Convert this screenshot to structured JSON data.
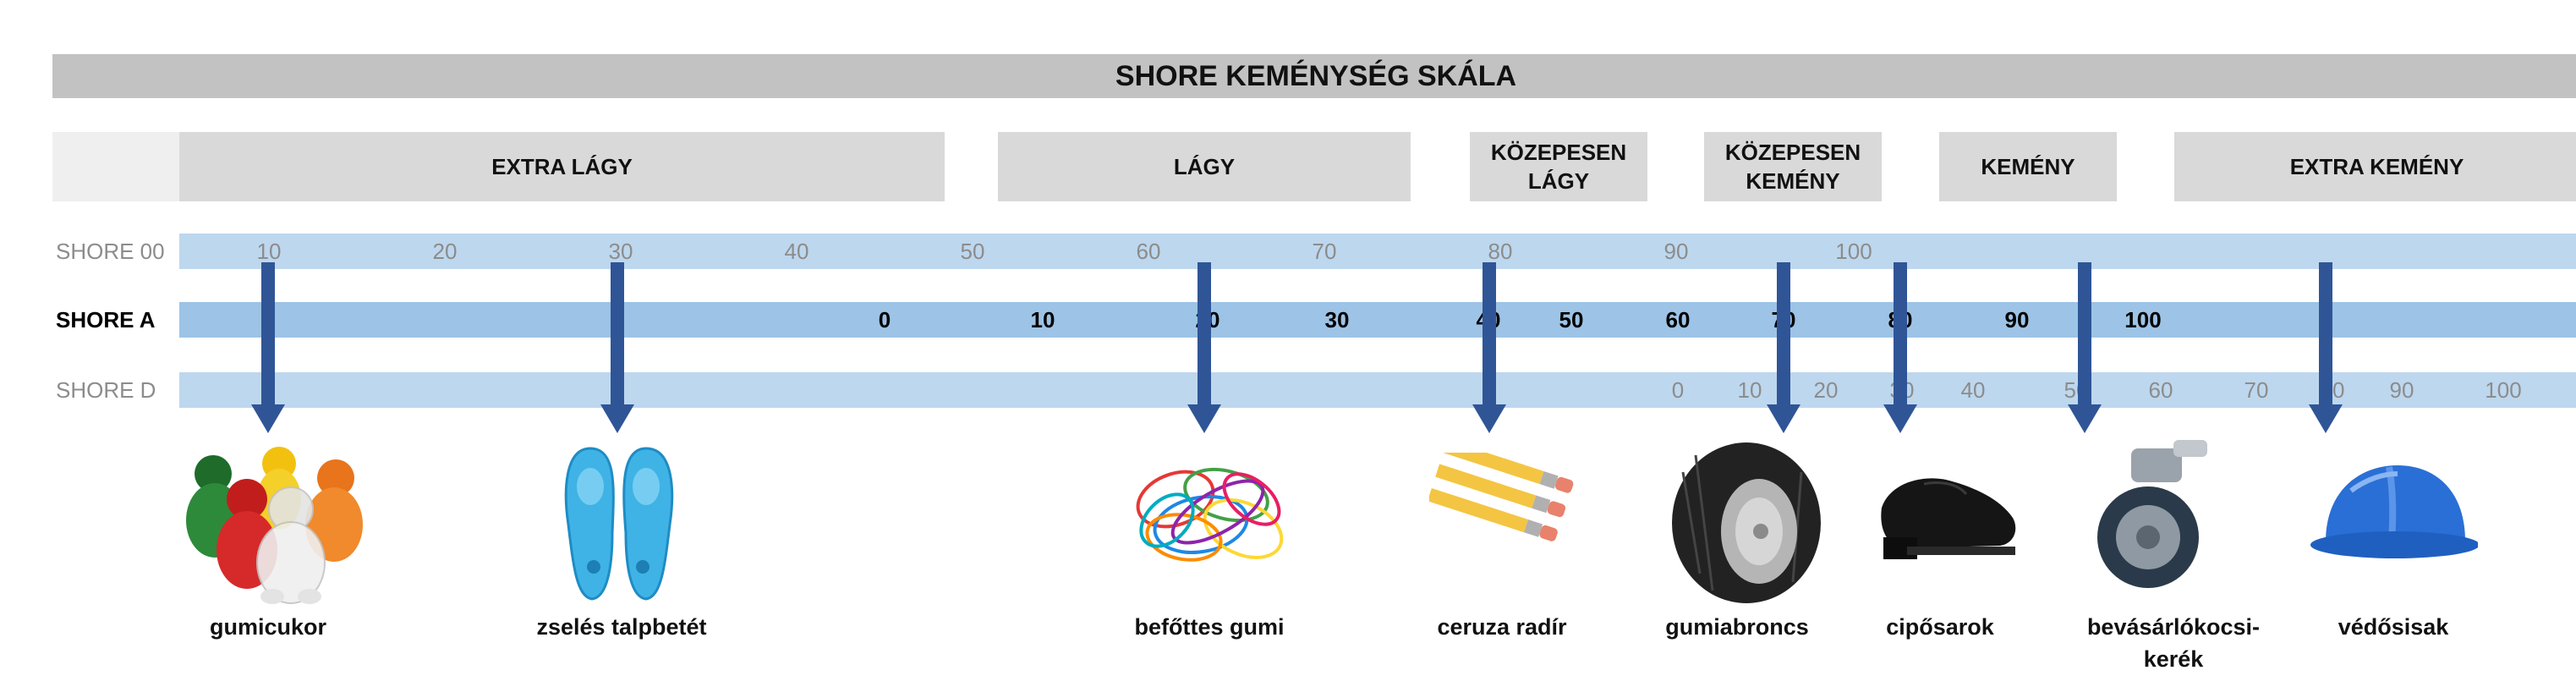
{
  "title": "SHORE KEMÉNYSÉG SKÁLA",
  "categories": [
    {
      "label": "EXTRA LÁGY"
    },
    {
      "label": "LÁGY"
    },
    {
      "label": "KÖZEPESEN\nLÁGY"
    },
    {
      "label": "KÖZEPESEN\nKEMÉNY"
    },
    {
      "label": "KEMÉNY"
    },
    {
      "label": "EXTRA KEMÉNY"
    }
  ],
  "scales": [
    {
      "label": "SHORE 00",
      "ticks": [
        "10",
        "20",
        "30",
        "40",
        "50",
        "60",
        "70",
        "80",
        "90",
        "100"
      ]
    },
    {
      "label": "SHORE A",
      "ticks": [
        "0",
        "10",
        "20",
        "30",
        "40",
        "50",
        "60",
        "70",
        "80",
        "90",
        "100"
      ]
    },
    {
      "label": "SHORE D",
      "ticks": [
        "0",
        "10",
        "20",
        "30",
        "40",
        "50",
        "60",
        "70",
        "80",
        "90",
        "100"
      ]
    }
  ],
  "materials": [
    {
      "caption": "gumicukor",
      "icon": "gummy-bear-icon"
    },
    {
      "caption": "zselés talpbetét",
      "icon": "gel-insole-icon"
    },
    {
      "caption": "befőttes gumi",
      "icon": "rubber-bands-icon"
    },
    {
      "caption": "ceruza radír",
      "icon": "pencil-eraser-icon"
    },
    {
      "caption": "gumiabroncs",
      "icon": "tire-icon"
    },
    {
      "caption": "cipősarok",
      "icon": "shoe-heel-icon"
    },
    {
      "caption": "bevásárlókocsi-\nkerék",
      "icon": "cart-wheel-icon"
    },
    {
      "caption": "védősisak",
      "icon": "hard-hat-icon"
    }
  ],
  "colors": {
    "title_bar": "#c2c2c2",
    "category_bar": "#d9d9d9",
    "band_light": "#bdd7ee",
    "band_dark": "#9dc3e6",
    "arrow": "#2f5597"
  }
}
